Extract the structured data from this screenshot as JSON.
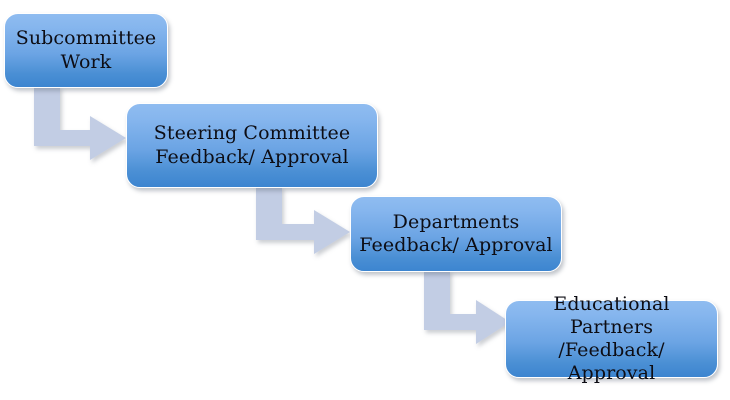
{
  "diagram": {
    "type": "flowchart",
    "orientation": "descending-staircase",
    "background_color": "#ffffff",
    "node_fill_top": "#8fbcf0",
    "node_fill_bottom": "#3d85d0",
    "node_border_color": "#ffffff",
    "node_text_color": "#0d0d14",
    "arrow_color": "#c2cde4",
    "nodes": [
      {
        "id": "subcommittee-work",
        "label": "Subcommittee\nWork"
      },
      {
        "id": "steering-committee",
        "label": "Steering Committee\nFeedback/ Approval"
      },
      {
        "id": "departments",
        "label": "Departments\nFeedback/ Approval"
      },
      {
        "id": "educational-partners",
        "label": "Educational Partners\n/Feedback/ Approval"
      }
    ],
    "connectors": [
      {
        "id": "arrow-1",
        "from": "subcommittee-work",
        "to": "steering-committee",
        "shape": "elbow-down-right"
      },
      {
        "id": "arrow-2",
        "from": "steering-committee",
        "to": "departments",
        "shape": "elbow-down-right"
      },
      {
        "id": "arrow-3",
        "from": "departments",
        "to": "educational-partners",
        "shape": "elbow-down-right"
      }
    ]
  }
}
